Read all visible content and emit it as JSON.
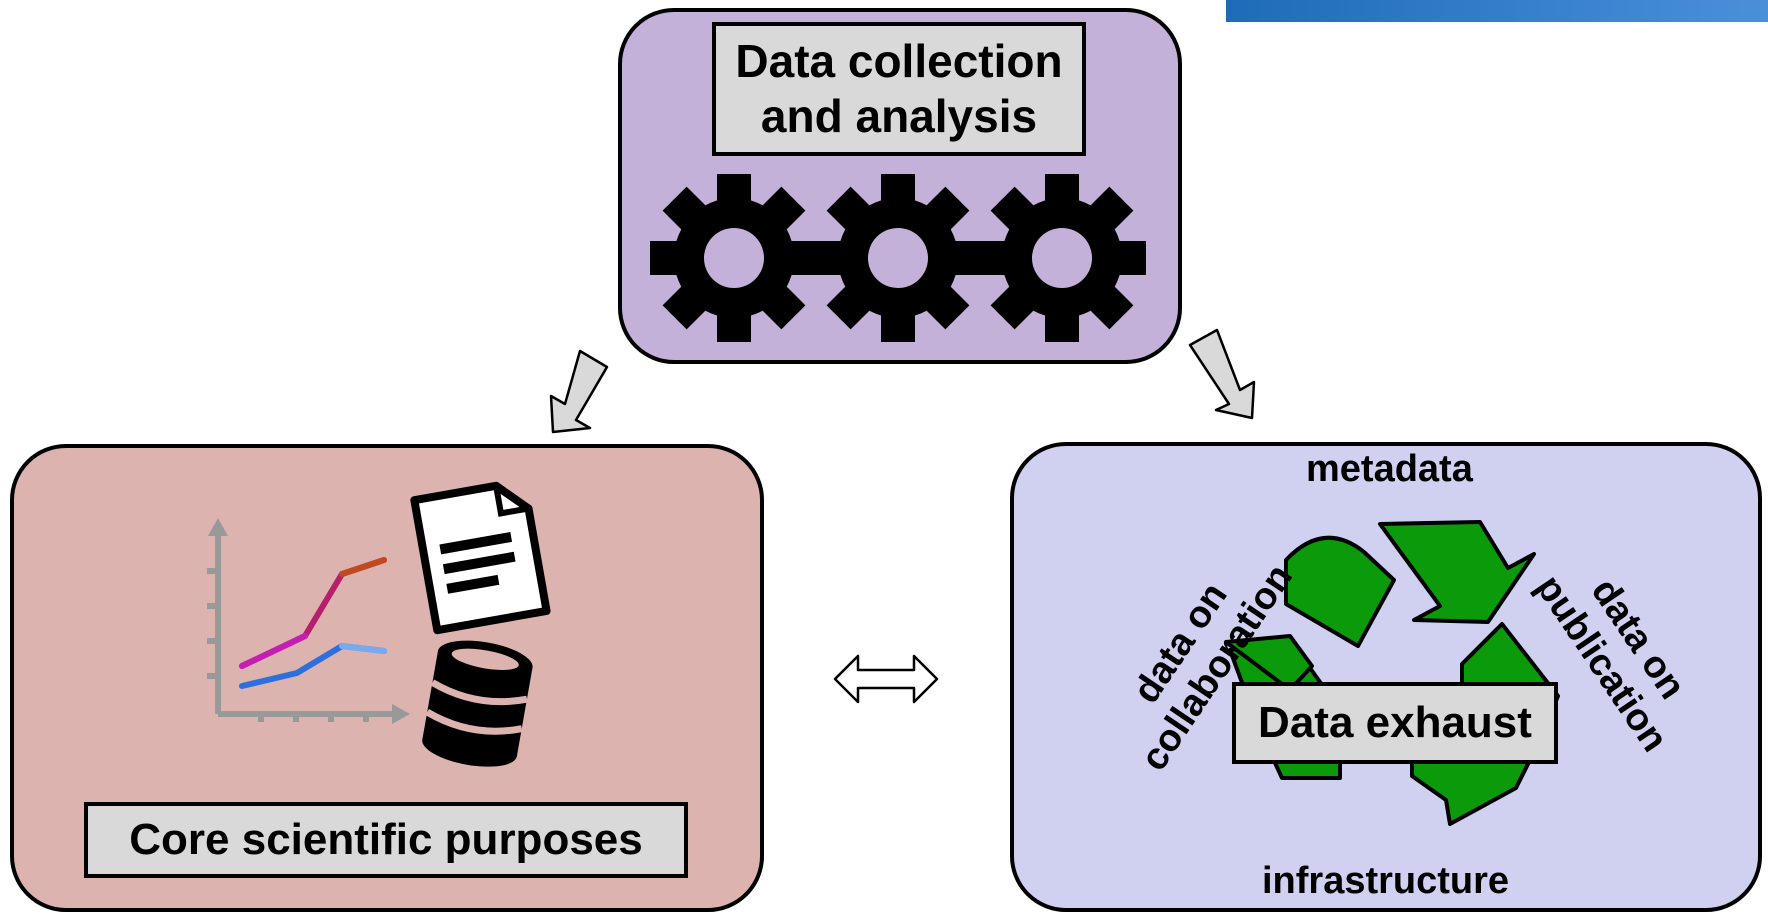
{
  "colors": {
    "top_box": "#c3b1da",
    "left_box": "#ddb3b0",
    "right_box": "#d0d1f1",
    "label_bg": "#d9d9d9",
    "recycle_green": "#0a9a0a",
    "arrow_fill": "#d9d9d9",
    "banner": "#2f7ccf"
  },
  "boxes": {
    "top": {
      "title": "Data collection and analysis",
      "icons": [
        "gear-icon",
        "gear-icon",
        "gear-icon"
      ]
    },
    "left": {
      "title": "Core scientific purposes",
      "icons": [
        "line-chart-icon",
        "document-icon",
        "database-icon"
      ]
    },
    "right": {
      "title": "Data exhaust",
      "icons": [
        "recycle-icon"
      ],
      "labels": {
        "metadata": "metadata",
        "collaboration_1": "data on",
        "collaboration_2": "collaboration",
        "publication_1": "data on",
        "publication_2": "publication",
        "infrastructure": "infrastructure"
      }
    }
  },
  "arrows": [
    "to-core-purposes",
    "to-data-exhaust",
    "bidirectional"
  ]
}
